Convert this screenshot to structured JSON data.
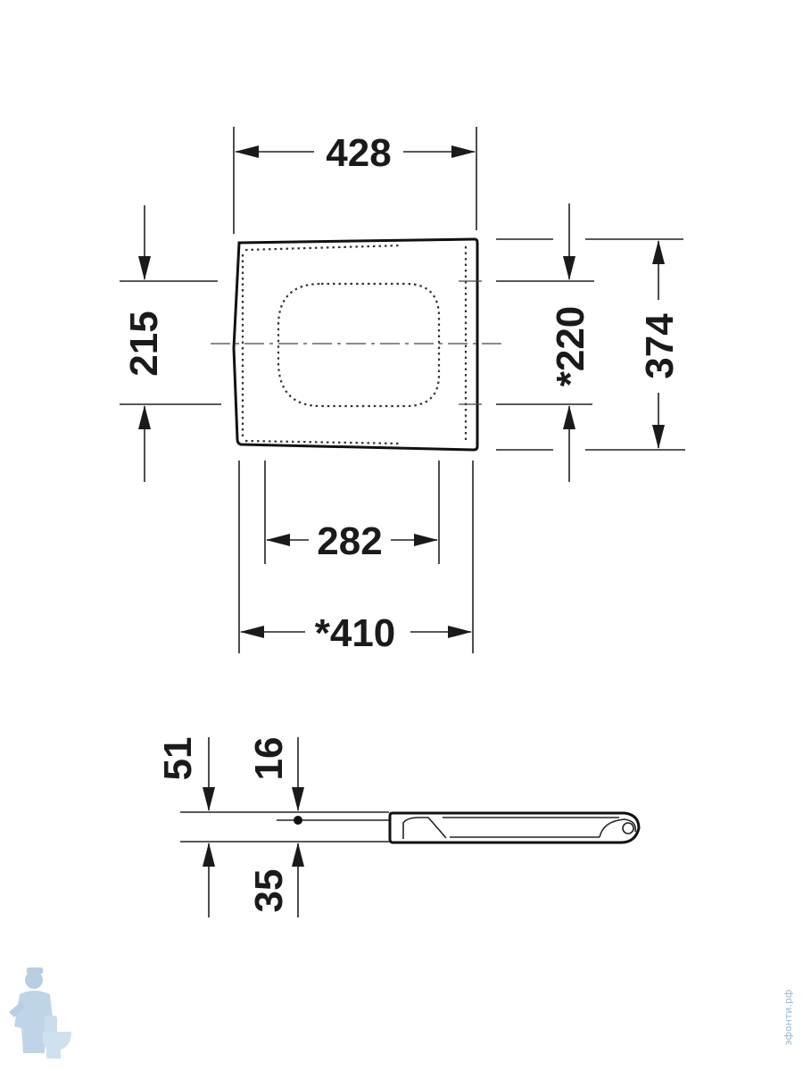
{
  "top_view": {
    "dim_width_overall": "428",
    "dim_width_inner": "282",
    "dim_width_hinge": "*410",
    "dim_left_height": "215",
    "dim_hinge_spacing": "*220",
    "dim_height_overall": "374"
  },
  "side_view": {
    "dim_51": "51",
    "dim_16": "16",
    "dim_35": "35"
  },
  "watermark": {
    "site": "эфонти.рф",
    "logo_icon": "plumber-with-toilet-logo"
  },
  "colors": {
    "line": "#222222",
    "watermark": "#9bb6cf"
  }
}
